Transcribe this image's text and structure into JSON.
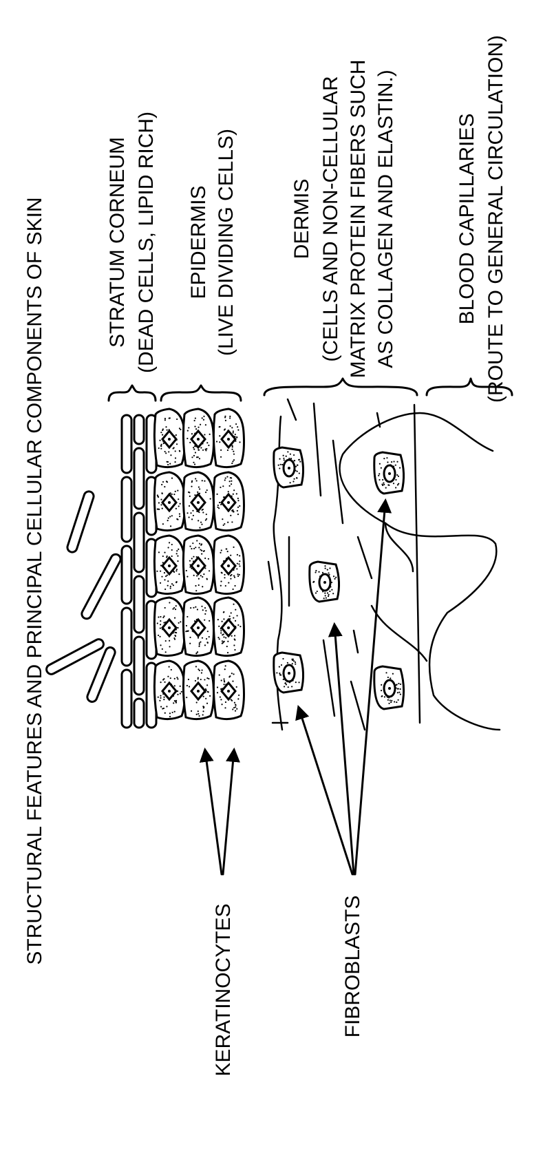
{
  "figure": {
    "title": "STRUCTURAL FEATURES AND PRINCIPAL CELLULAR COMPONENTS OF SKIN",
    "layers": [
      {
        "id": "stratum-corneum",
        "name": "STRATUM CORNEUM",
        "desc": "(DEAD CELLS, LIPID RICH)"
      },
      {
        "id": "epidermis",
        "name": "EPIDERMIS",
        "desc": "(LIVE DIVIDING CELLS)"
      },
      {
        "id": "dermis",
        "name": "DERMIS",
        "desc_lines": [
          "(CELLS AND NON-CELLULAR",
          "MATRIX PROTEIN FIBERS SUCH",
          "AS COLLAGEN AND ELASTIN.)"
        ]
      },
      {
        "id": "blood-capillaries",
        "name": "BLOOD CAPILLARIES",
        "desc": "(ROUTE TO GENERAL CIRCULATION)"
      }
    ],
    "cell_labels": {
      "keratinocytes": "KERATINOCYTES",
      "fibroblasts": "FIBROBLASTS"
    },
    "style": {
      "ink": "#000000",
      "paper": "#ffffff"
    }
  }
}
